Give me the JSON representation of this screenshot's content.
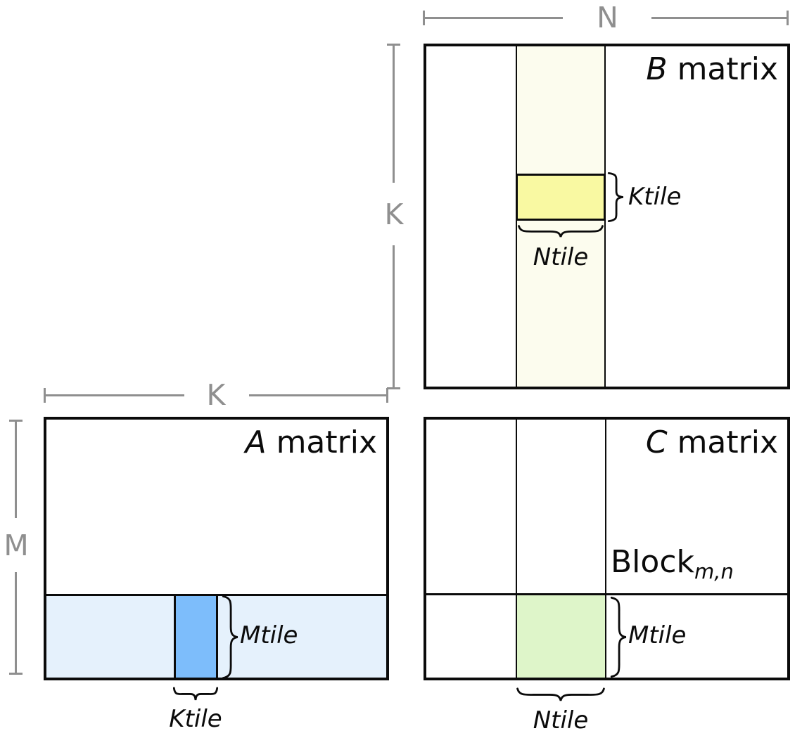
{
  "figure": {
    "b": {
      "title_italic": "B",
      "title_rest": " matrix",
      "ktile_label": "Ktile",
      "ntile_label": "Ntile"
    },
    "a": {
      "title_italic": "A",
      "title_rest": " matrix",
      "mtile_label": "Mtile",
      "ktile_label": "Ktile"
    },
    "c": {
      "title_italic": "C",
      "title_rest": " matrix",
      "block_text": "Block",
      "block_sub": "m,n",
      "mtile_label": "Mtile",
      "ntile_label": "Ntile"
    },
    "dims": {
      "n": "N",
      "k_beside_b": "K",
      "k_above_a": "K",
      "m": "M"
    },
    "colors": {
      "b_column_strip": "#fcfcee",
      "b_ktile_tile": "#f9f9a2",
      "a_row_strip": "#e5f1fc",
      "a_mtile_tile": "#7dbdfb",
      "c_block_tile": "#def5c9",
      "dimension_gray": "#8f8f8f",
      "border_black": "#0b0b0b"
    }
  }
}
